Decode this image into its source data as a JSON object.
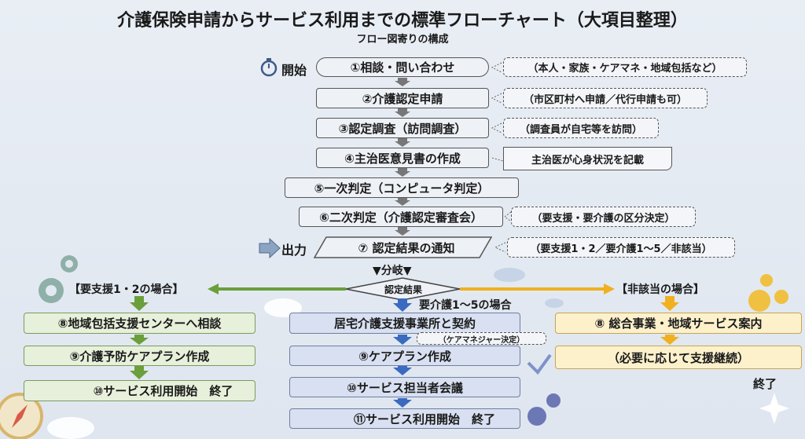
{
  "title": "介護保険申請からサービス利用までの標準フローチャート（大項目整理）",
  "subtitle": "フロー図寄りの構成",
  "start_label": "開始",
  "output_label": "出力",
  "steps": [
    {
      "label": "①相談・問い合わせ",
      "note": "（本人・家族・ケアマネ・地域包括など）"
    },
    {
      "label": "②介護認定申請",
      "note": "（市区町村へ申請／代行申請も可）"
    },
    {
      "label": "③認定調査（訪問調査）",
      "note": "（調査員が自宅等を訪問）"
    },
    {
      "label": "④主治医意見書の作成",
      "note": "主治医が心身状況を記載"
    },
    {
      "label": "⑤一次判定（コンピュータ判定）"
    },
    {
      "label": "⑥二次判定（介護認定審査会）",
      "note": "（要支援・要介護の区分決定）"
    },
    {
      "label": "⑦ 認定結果の通知",
      "note": "（要支援1・2／要介護1～5／非該当）"
    }
  ],
  "branch": {
    "heading": "▼分岐▼",
    "decision": "認定結果"
  },
  "left": {
    "heading": "【要支援1・2の場合】",
    "steps": [
      "⑧地域包括支援センターへ相談",
      "⑨介護予防ケアプラン作成",
      "⑩サービス利用開始　終了"
    ]
  },
  "middle": {
    "heading": "要介護1～5の場合",
    "steps": [
      "居宅介護支援事業所と契約",
      "⑨ケアプラン作成",
      "⑩サービス担当者会議",
      "⑪サービス利用開始　終了"
    ],
    "note": "（ケアマネジャー決定）"
  },
  "right": {
    "heading": "【非該当の場合】",
    "steps": [
      "⑧ 総合事業・地域サービス案内",
      "（必要に応じて支援継続）"
    ],
    "end": "終了"
  },
  "colors": {
    "green": "#6a9f3a",
    "orange": "#f0b020",
    "blue": "#3a6bc0",
    "gray_arrow": "#777777"
  }
}
